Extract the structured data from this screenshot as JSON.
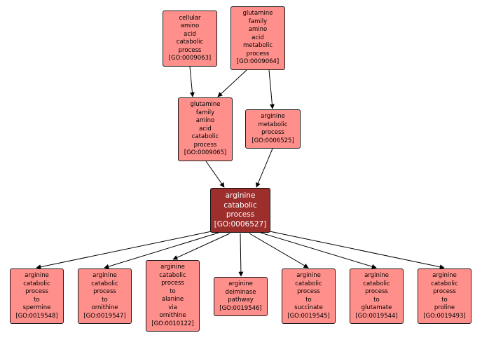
{
  "colors": {
    "node_fill": "#ff8f8a",
    "focus_fill": "#9c2e2c",
    "edge": "#000000"
  },
  "nodes": {
    "n9063": {
      "lines": [
        "cellular",
        "amino",
        "acid",
        "catabolic",
        "process",
        "[GO:0009063]"
      ]
    },
    "n9064": {
      "lines": [
        "glutamine",
        "family",
        "amino",
        "acid",
        "metabolic",
        "process",
        "[GO:0009064]"
      ]
    },
    "n9065": {
      "lines": [
        "glutamine",
        "family",
        "amino",
        "acid",
        "catabolic",
        "process",
        "[GO:0009065]"
      ]
    },
    "n6525": {
      "lines": [
        "arginine",
        "metabolic",
        "process",
        "[GO:0006525]"
      ]
    },
    "n6527": {
      "lines": [
        "arginine",
        "catabolic",
        "process",
        "[GO:0006527]"
      ]
    },
    "n19548": {
      "lines": [
        "arginine",
        "catabolic",
        "process",
        "to",
        "spermine",
        "[GO:0019548]"
      ]
    },
    "n19547": {
      "lines": [
        "arginine",
        "catabolic",
        "process",
        "to",
        "ornithine",
        "[GO:0019547]"
      ]
    },
    "n10122": {
      "lines": [
        "arginine",
        "catabolic",
        "process",
        "to",
        "alanine",
        "via",
        "ornithine",
        "[GO:0010122]"
      ]
    },
    "n19546": {
      "lines": [
        "arginine",
        "deiminase",
        "pathway",
        "[GO:0019546]"
      ]
    },
    "n19545": {
      "lines": [
        "arginine",
        "catabolic",
        "process",
        "to",
        "succinate",
        "[GO:0019545]"
      ]
    },
    "n19544": {
      "lines": [
        "arginine",
        "catabolic",
        "process",
        "to",
        "glutamate",
        "[GO:0019544]"
      ]
    },
    "n19493": {
      "lines": [
        "arginine",
        "catabolic",
        "process",
        "to",
        "proline",
        "[GO:0019493]"
      ]
    }
  }
}
